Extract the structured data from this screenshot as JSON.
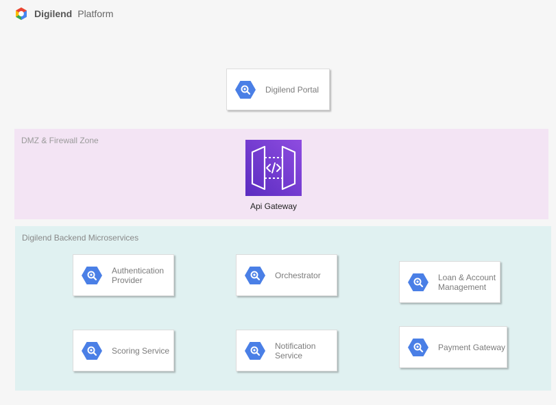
{
  "header": {
    "brand": "Digilend",
    "platform": "Platform"
  },
  "portal": {
    "label": "Digilend Portal"
  },
  "dmz": {
    "label": "DMZ & Firewall Zone",
    "gateway_label": "Api Gateway"
  },
  "backend": {
    "label": "Digilend Backend Microservices",
    "services": [
      {
        "label": "Authentication\nProvider"
      },
      {
        "label": "Orchestrator"
      },
      {
        "label": "Loan & Account\nManagement"
      },
      {
        "label": "Scoring Service"
      },
      {
        "label": "Notification\nService"
      },
      {
        "label": "Payment Gateway"
      }
    ]
  },
  "colors": {
    "hex_blue": "#4a7fe6",
    "dmz_bg": "#f3e4f4",
    "backend_bg": "#e0f1f1",
    "gateway_purple": "#7b3fd0"
  },
  "icons": {
    "service": "hexagon-search-icon",
    "gateway": "api-gateway-icon",
    "logo": "cloud-hexagon-logo"
  }
}
